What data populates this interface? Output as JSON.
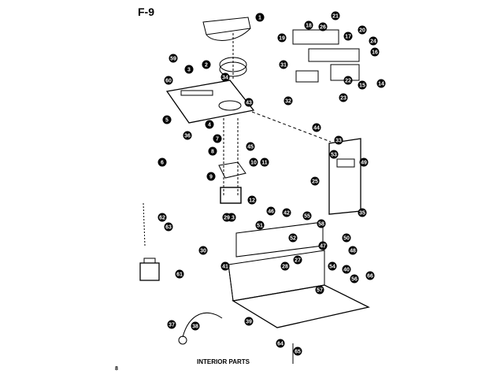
{
  "header": {
    "figure_label": "F-9"
  },
  "caption": "INTERIOR PARTS",
  "page_number": "8",
  "callouts": [
    "1",
    "2",
    "3",
    "4",
    "5",
    "6",
    "7",
    "8",
    "9",
    "10",
    "11",
    "12",
    "13",
    "14",
    "15",
    "16",
    "17",
    "18",
    "19",
    "20",
    "21",
    "22",
    "23",
    "24",
    "25",
    "26",
    "27",
    "28",
    "29",
    "30",
    "31",
    "32",
    "33",
    "34",
    "35",
    "36",
    "37",
    "38",
    "39",
    "40",
    "41",
    "42",
    "43",
    "44",
    "45",
    "46",
    "47",
    "48",
    "49",
    "50",
    "51",
    "52",
    "53",
    "54",
    "55",
    "56",
    "57",
    "58",
    "59",
    "60",
    "61",
    "62",
    "63",
    "64",
    "65",
    "66"
  ]
}
